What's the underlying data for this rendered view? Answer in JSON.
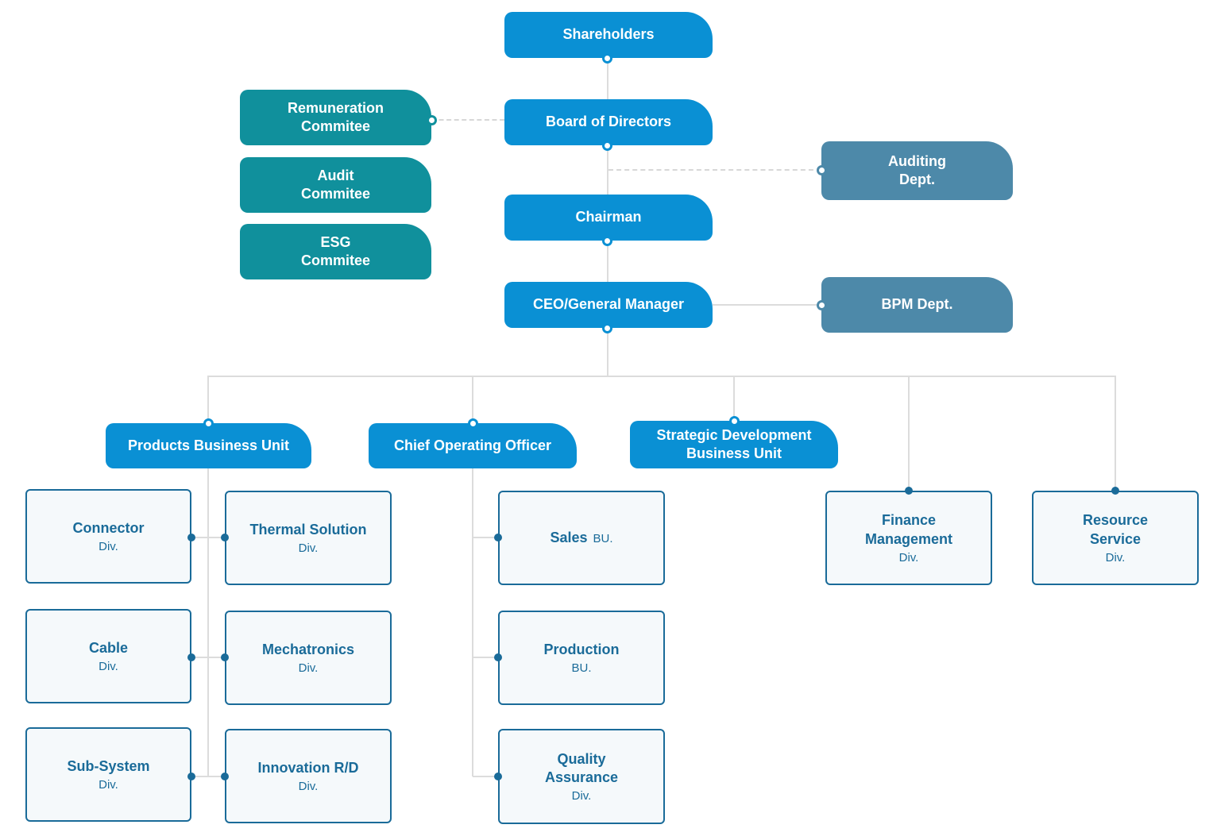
{
  "diagram_type": "organization-chart",
  "colors": {
    "primary_blue": "#0a90d4",
    "committee_teal": "#10909c",
    "dept_steel_blue": "#4d89a9",
    "division_border": "#1a6b99",
    "division_fill": "#f5f9fb",
    "connector_gray": "#dcdcdc",
    "text_on_color": "#ffffff"
  },
  "nodes": {
    "shareholders": {
      "label": "Shareholders"
    },
    "board_of_directors": {
      "label": "Board of Directors"
    },
    "remuneration_committee": {
      "label": "Remuneration\nCommitee"
    },
    "audit_committee": {
      "label": "Audit\nCommitee"
    },
    "esg_committee": {
      "label": "ESG\nCommitee"
    },
    "auditing_dept": {
      "label": "Auditing\nDept."
    },
    "chairman": {
      "label": "Chairman"
    },
    "ceo_general_manager": {
      "label": "CEO/General Manager"
    },
    "bpm_dept": {
      "label": "BPM Dept."
    },
    "products_business_unit": {
      "label": "Products Business Unit"
    },
    "chief_operating_officer": {
      "label": "Chief Operating Officer"
    },
    "strategic_development_bu": {
      "label": "Strategic Development\nBusiness Unit"
    },
    "connector_div": {
      "name": "Connector",
      "suffix": "Div."
    },
    "thermal_solution_div": {
      "name": "Thermal Solution",
      "suffix": "Div."
    },
    "cable_div": {
      "name": "Cable",
      "suffix": "Div."
    },
    "mechatronics_div": {
      "name": "Mechatronics",
      "suffix": "Div."
    },
    "sub_system_div": {
      "name": "Sub-System",
      "suffix": "Div."
    },
    "innovation_rd_div": {
      "name": "Innovation R/D",
      "suffix": "Div."
    },
    "sales_bu": {
      "name": "Sales",
      "suffix": "BU."
    },
    "production_bu": {
      "name": "Production",
      "suffix": "BU."
    },
    "quality_assurance_div": {
      "name": "Quality\nAssurance",
      "suffix": "Div."
    },
    "finance_management_div": {
      "name": "Finance\nManagement",
      "suffix": "Div."
    },
    "resource_service_div": {
      "name": "Resource\nService",
      "suffix": "Div."
    }
  },
  "edges": [
    {
      "from": "shareholders",
      "to": "board_of_directors",
      "style": "solid"
    },
    {
      "from": "remuneration_committee",
      "to": "board_of_directors",
      "style": "dashed"
    },
    {
      "from": "board_of_directors",
      "to": "auditing_dept",
      "style": "dashed"
    },
    {
      "from": "board_of_directors",
      "to": "chairman",
      "style": "solid"
    },
    {
      "from": "chairman",
      "to": "ceo_general_manager",
      "style": "solid"
    },
    {
      "from": "ceo_general_manager",
      "to": "bpm_dept",
      "style": "solid"
    },
    {
      "from": "ceo_general_manager",
      "to": "products_business_unit",
      "style": "solid"
    },
    {
      "from": "ceo_general_manager",
      "to": "chief_operating_officer",
      "style": "solid"
    },
    {
      "from": "ceo_general_manager",
      "to": "strategic_development_bu",
      "style": "solid"
    },
    {
      "from": "ceo_general_manager",
      "to": "finance_management_div",
      "style": "solid"
    },
    {
      "from": "ceo_general_manager",
      "to": "resource_service_div",
      "style": "solid"
    },
    {
      "from": "products_business_unit",
      "to": "connector_div",
      "style": "solid"
    },
    {
      "from": "products_business_unit",
      "to": "thermal_solution_div",
      "style": "solid"
    },
    {
      "from": "products_business_unit",
      "to": "cable_div",
      "style": "solid"
    },
    {
      "from": "products_business_unit",
      "to": "mechatronics_div",
      "style": "solid"
    },
    {
      "from": "products_business_unit",
      "to": "sub_system_div",
      "style": "solid"
    },
    {
      "from": "products_business_unit",
      "to": "innovation_rd_div",
      "style": "solid"
    },
    {
      "from": "chief_operating_officer",
      "to": "sales_bu",
      "style": "solid"
    },
    {
      "from": "chief_operating_officer",
      "to": "production_bu",
      "style": "solid"
    },
    {
      "from": "chief_operating_officer",
      "to": "quality_assurance_div",
      "style": "solid"
    }
  ]
}
